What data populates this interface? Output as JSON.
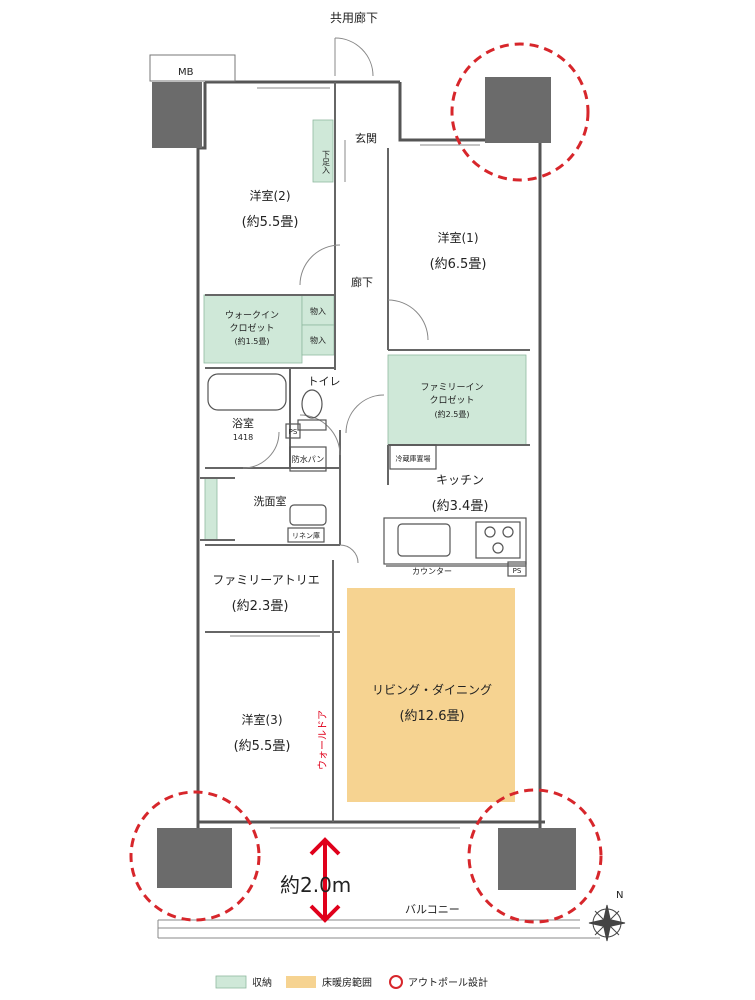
{
  "labels": {
    "corridor_common": "共用廊下",
    "mb": "MB",
    "entrance": "玄関",
    "shoe_storage": "下足入",
    "room2_name": "洋室(2)",
    "room2_size": "(約5.5畳)",
    "room1_name": "洋室(1)",
    "room1_size": "(約6.5畳)",
    "hallway": "廊下",
    "wic_name": "ウォークイン",
    "wic_name2": "クロゼット",
    "wic_size": "(約1.5畳)",
    "storage_a": "物入",
    "storage_b": "物入",
    "toilet": "トイレ",
    "bath_name": "浴室",
    "bath_size": "1418",
    "ps1": "PS",
    "waterproof_pan": "防水パン",
    "family_closet_1": "ファミリーイン",
    "family_closet_2": "クロゼット",
    "family_closet_size": "(約2.5畳)",
    "fridge": "冷蔵庫置場",
    "kitchen_name": "キッチン",
    "kitchen_size": "(約3.4畳)",
    "washroom": "洗面室",
    "linen": "リネン庫",
    "counter": "カウンター",
    "ps2": "PS",
    "atelier_name": "ファミリーアトリエ",
    "atelier_size": "(約2.3畳)",
    "living_name": "リビング・ダイニング",
    "living_size": "(約12.6畳)",
    "room3_name": "洋室(3)",
    "room3_size": "(約5.5畳)",
    "wall_door": "ウォールドア",
    "balcony_depth": "約2.0m",
    "balcony": "バルコニー",
    "north": "N"
  },
  "legend": {
    "storage": "収納",
    "floor_heating": "床暖房範囲",
    "outpole": "アウトポール設計"
  },
  "colors": {
    "storage": "#cfe8d8",
    "floor_heating": "#f6d391",
    "outpole": "#d7262b",
    "pillar": "#6b6b6b",
    "wall": "#555555"
  }
}
